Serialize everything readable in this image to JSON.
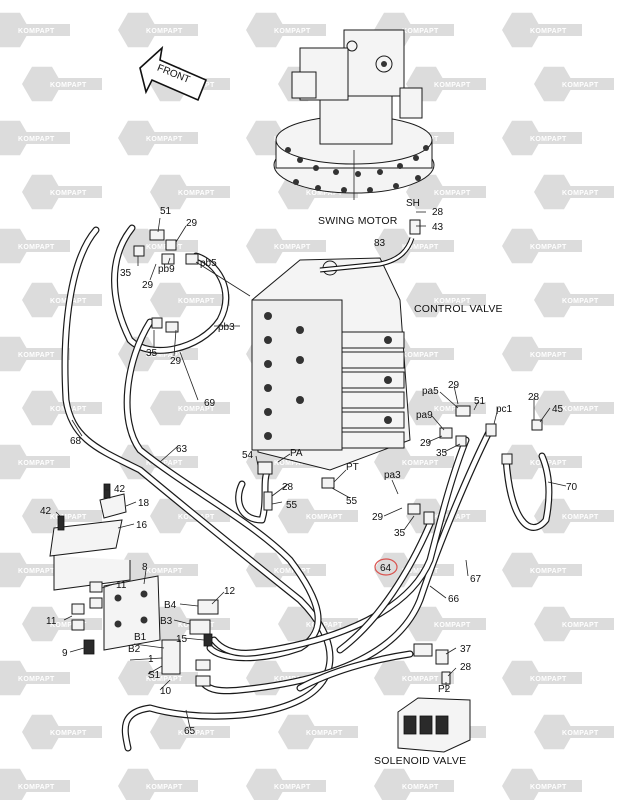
{
  "watermark": {
    "text": "KOMPAPT",
    "color": "#dcdcdc"
  },
  "direction_arrow": {
    "label": "FRONT"
  },
  "components": {
    "swing_motor": "SWING MOTOR",
    "control_valve": "CONTROL VALVE",
    "solenoid_valve": "SOLENOID VALVE"
  },
  "callouts": {
    "p28a": "28",
    "p43": "43",
    "SH": "SH",
    "p83": "83",
    "p51a": "51",
    "p29a": "29",
    "p35a": "35",
    "p29b": "29",
    "pb9": "pb9",
    "pb5": "pb5",
    "pb3": "pb3",
    "p35b": "35",
    "p29c": "29",
    "p69": "69",
    "p68": "68",
    "p63": "63",
    "p54": "54",
    "PA": "PA",
    "p28b": "28",
    "p55a": "55",
    "PT": "PT",
    "p55b": "55",
    "pa5": "pa5",
    "p29d": "29",
    "p51b": "51",
    "pc1": "pc1",
    "p28c": "28",
    "p45": "45",
    "pa9": "pa9",
    "p29e": "29",
    "p35c": "35",
    "p70": "70",
    "pa3": "pa3",
    "p29f": "29",
    "p35d": "35",
    "p64": "64",
    "p67": "67",
    "p66": "66",
    "p42a": "42",
    "p18": "18",
    "p42b": "42",
    "p16": "16",
    "p8": "8",
    "p11a": "11",
    "p11b": "11",
    "p12": "12",
    "B4": "B4",
    "B3": "B3",
    "p15": "15",
    "B1": "B1",
    "B2": "B2",
    "p9": "9",
    "p1": "1",
    "S1": "S1",
    "p10": "10",
    "p65": "65",
    "p37": "37",
    "p28d": "28",
    "P2": "P2"
  },
  "highlight": {
    "label": "p64",
    "color": "#d9534f"
  }
}
